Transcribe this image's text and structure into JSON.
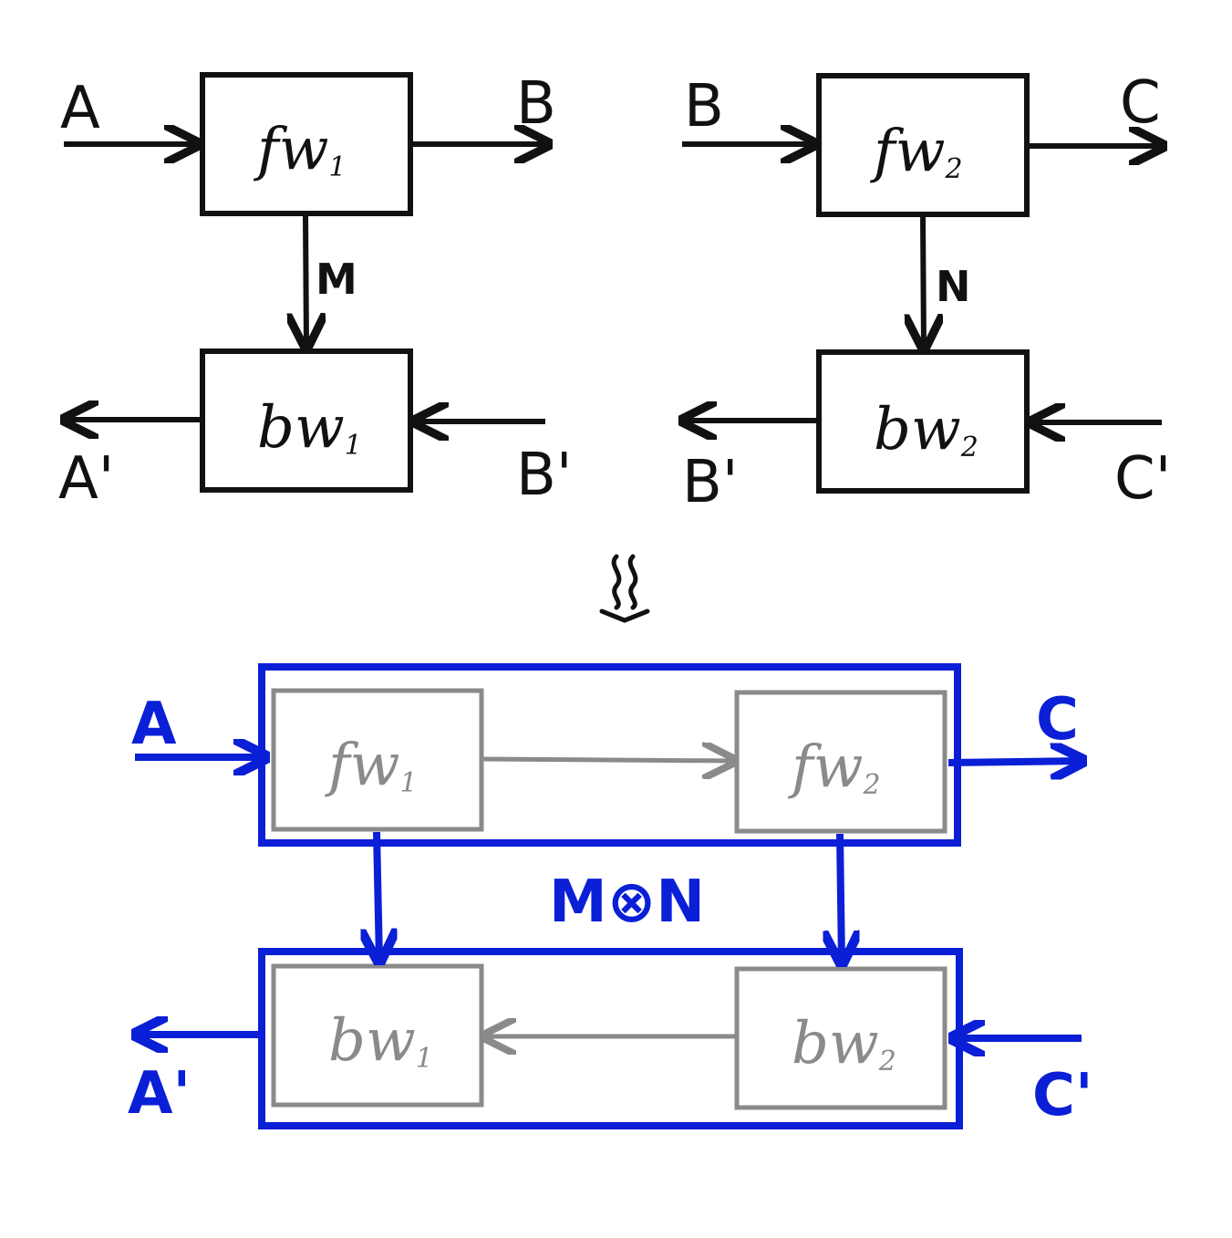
{
  "colors": {
    "ink": "#111111",
    "blue": "#0a1fd6",
    "gray": "#8a8a8a"
  },
  "top_left": {
    "input_label": "A",
    "output_label": "B",
    "back_output_label": "A'",
    "back_input_label": "B'",
    "fwd_box": {
      "name": "fw",
      "sub": "1"
    },
    "bwd_box": {
      "name": "bw",
      "sub": "1"
    },
    "residual_label": "M"
  },
  "top_right": {
    "input_label": "B",
    "output_label": "C",
    "back_output_label": "B'",
    "back_input_label": "C'",
    "fwd_box": {
      "name": "fw",
      "sub": "2"
    },
    "bwd_box": {
      "name": "bw",
      "sub": "2"
    },
    "residual_label": "N"
  },
  "equivalence_icon": "approx-equivalence-icon",
  "composite": {
    "input_label": "A",
    "output_label": "C",
    "back_output_label": "A'",
    "back_input_label": "C'",
    "residual_label": "M⊗N",
    "fwd_boxes": [
      {
        "name": "fw",
        "sub": "1"
      },
      {
        "name": "fw",
        "sub": "2"
      }
    ],
    "bwd_boxes": [
      {
        "name": "bw",
        "sub": "1"
      },
      {
        "name": "bw",
        "sub": "2"
      }
    ]
  }
}
